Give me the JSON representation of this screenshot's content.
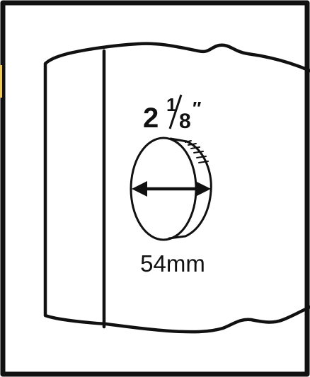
{
  "diagram": {
    "labels": {
      "imperial_whole": "2",
      "imperial_numerator": "1",
      "imperial_denominator": "8",
      "imperial_unit": "″",
      "metric": "54mm"
    },
    "colors": {
      "ink": "#111111",
      "background": "#ffffff",
      "accent_edge": "#f2c94c"
    }
  }
}
